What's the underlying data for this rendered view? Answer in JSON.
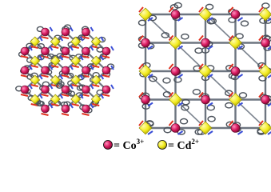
{
  "legend": {
    "items": [
      {
        "marker_color": "#d81b60",
        "label": "= Co",
        "superscript": "3+"
      },
      {
        "marker_color": "#f2ec1e",
        "label": "= Cd",
        "superscript": "2+"
      }
    ]
  },
  "colors": {
    "cobalt": "#d81b60",
    "cadmium": "#f2ec1e",
    "framework_bond": "#6d7580",
    "oxygen": "#e0311e",
    "nitrogen": "#3b4fd6"
  }
}
